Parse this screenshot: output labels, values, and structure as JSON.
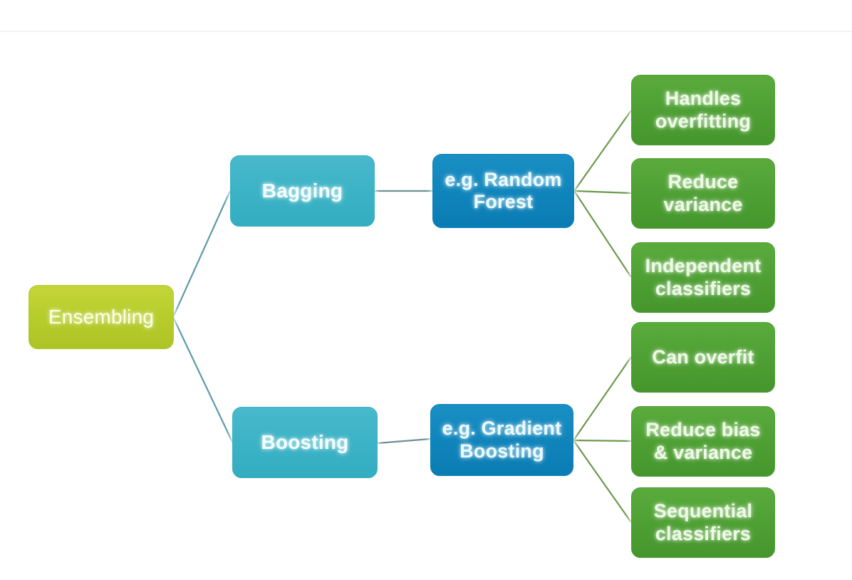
{
  "diagram": {
    "title": "Ensembling",
    "background_color": "#ffffff",
    "top_rule_color": "#f3f3f4",
    "palette": {
      "root": "#b7cd2c",
      "branch": "#3cb3c6",
      "example": "#0f84bb",
      "leaf": "#4d9f33",
      "link_blue": "#5e9aaa",
      "link_green": "#6b9a4d"
    },
    "nodes": {
      "root": {
        "label": "Ensembling"
      },
      "branches": [
        {
          "label": "Bagging"
        },
        {
          "label": "Boosting"
        }
      ],
      "examples": [
        {
          "label": "e.g. Random\nForest"
        },
        {
          "label": "e.g. Gradient\nBoosting"
        }
      ],
      "bagging_leaves": [
        {
          "label": "Handles\noverfitting"
        },
        {
          "label": "Reduce\nvariance"
        },
        {
          "label": "Independent\nclassifiers"
        }
      ],
      "boosting_leaves": [
        {
          "label": "Can overfit"
        },
        {
          "label": "Reduce bias\n& variance"
        },
        {
          "label": "Sequential\nclassifiers"
        }
      ]
    },
    "edges": [
      {
        "from": "Ensembling",
        "to": "Bagging"
      },
      {
        "from": "Ensembling",
        "to": "Boosting"
      },
      {
        "from": "Bagging",
        "to": "e.g. Random Forest"
      },
      {
        "from": "Boosting",
        "to": "e.g. Gradient Boosting"
      },
      {
        "from": "e.g. Random Forest",
        "to": "Handles overfitting"
      },
      {
        "from": "e.g. Random Forest",
        "to": "Reduce variance"
      },
      {
        "from": "e.g. Random Forest",
        "to": "Independent classifiers"
      },
      {
        "from": "e.g. Gradient Boosting",
        "to": "Can overfit"
      },
      {
        "from": "e.g. Gradient Boosting",
        "to": "Reduce bias & variance"
      },
      {
        "from": "e.g. Gradient Boosting",
        "to": "Sequential classifiers"
      }
    ]
  }
}
